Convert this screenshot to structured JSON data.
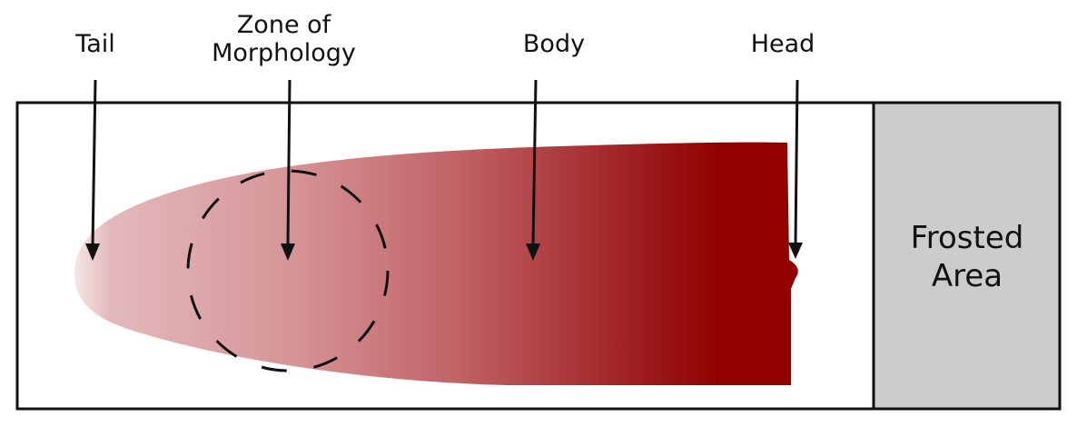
{
  "diagram": {
    "labels": {
      "tail": "Tail",
      "zone_of_morphology": "Zone of\nMorphology",
      "body": "Body",
      "head": "Head",
      "frosted_area": "Frosted\nArea"
    },
    "colors": {
      "stain_dark": "#930000",
      "stain_light": "#e9c3c5",
      "frosted_fill": "#cccccc",
      "outline": "#111111"
    }
  }
}
